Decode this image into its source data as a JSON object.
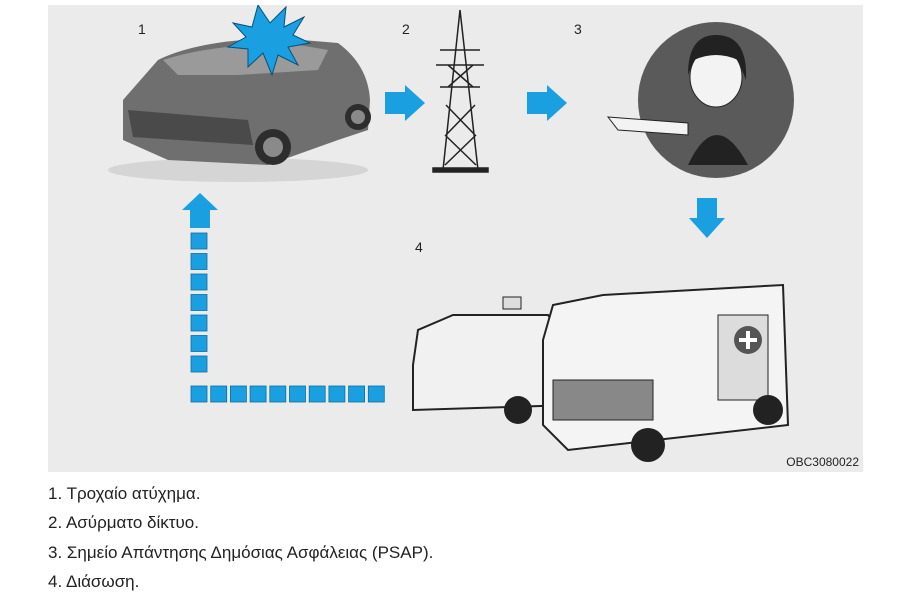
{
  "figure": {
    "labels": [
      "1",
      "2",
      "3",
      "4"
    ],
    "code": "OBC3080022",
    "colors": {
      "arrow": "#1aa0e0",
      "background": "#ebebeb"
    }
  },
  "captions": [
    "1. Τροχαίο ατύχημα.",
    "2. Ασύρματο δίκτυο.",
    "3. Σημείο Απάντησης Δημόσιας Ασφάλειας (PSAP).",
    "4. Διάσωση."
  ]
}
